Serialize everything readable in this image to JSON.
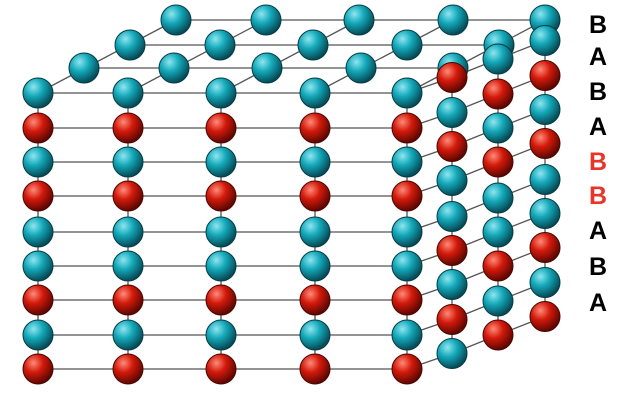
{
  "colors": {
    "background": "#ffffff",
    "line": "#555555",
    "atom_a_teal": "#10a5b6",
    "atom_b_red": "#d41a0b",
    "label_default": "#000000",
    "label_highlight": "#e8352a"
  },
  "diagram": {
    "front_face_layers": [
      "teal",
      "red",
      "teal",
      "red",
      "teal",
      "teal",
      "red",
      "teal",
      "red"
    ],
    "top_layer_rows_front_to_back": 3,
    "columns_front_to_back": 3,
    "front_columns": 5
  },
  "stacking_labels": [
    {
      "text": "B",
      "highlight": false
    },
    {
      "text": "A",
      "highlight": false
    },
    {
      "text": "B",
      "highlight": false
    },
    {
      "text": "A",
      "highlight": false
    },
    {
      "text": "B",
      "highlight": true
    },
    {
      "text": "B",
      "highlight": true
    },
    {
      "text": "A",
      "highlight": false
    },
    {
      "text": "B",
      "highlight": false
    },
    {
      "text": "A",
      "highlight": false
    }
  ]
}
